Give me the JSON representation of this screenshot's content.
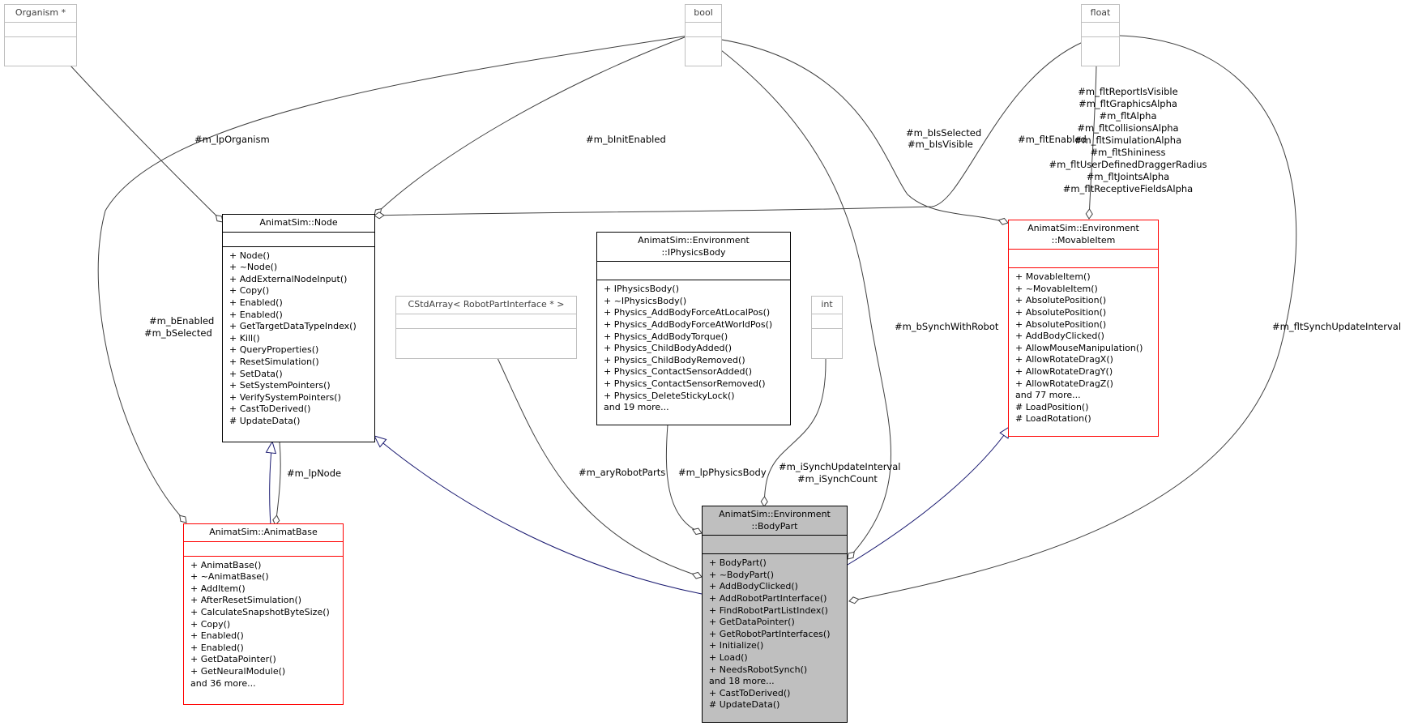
{
  "classes": {
    "organism": {
      "title": "Organism *",
      "members": []
    },
    "bool": {
      "title": "bool",
      "members": []
    },
    "float": {
      "title": "float",
      "members": []
    },
    "int": {
      "title": "int",
      "members": []
    },
    "cstdarray": {
      "title": "CStdArray< RobotPartInterface * >",
      "members": []
    },
    "node": {
      "title": "AnimatSim::Node",
      "members": [
        "+ Node()",
        "+ ~Node()",
        "+ AddExternalNodeInput()",
        "+ Copy()",
        "+ Enabled()",
        "+ Enabled()",
        "+ GetTargetDataTypeIndex()",
        "+ Kill()",
        "+ QueryProperties()",
        "+ ResetSimulation()",
        "+ SetData()",
        "+ SetSystemPointers()",
        "+ VerifySystemPointers()",
        "+ CastToDerived()",
        "# UpdateData()"
      ]
    },
    "iphysicsbody": {
      "title": "AnimatSim::Environment\n::IPhysicsBody",
      "members": [
        "+ IPhysicsBody()",
        "+ ~IPhysicsBody()",
        "+ Physics_AddBodyForceAtLocalPos()",
        "+ Physics_AddBodyForceAtWorldPos()",
        "+ Physics_AddBodyTorque()",
        "+ Physics_ChildBodyAdded()",
        "+ Physics_ChildBodyRemoved()",
        "+ Physics_ContactSensorAdded()",
        "+ Physics_ContactSensorRemoved()",
        "+ Physics_DeleteStickyLock()",
        "and 19 more..."
      ]
    },
    "movableitem": {
      "title": "AnimatSim::Environment\n::MovableItem",
      "members": [
        "+ MovableItem()",
        "+ ~MovableItem()",
        "+ AbsolutePosition()",
        "+ AbsolutePosition()",
        "+ AbsolutePosition()",
        "+ AddBodyClicked()",
        "+ AllowMouseManipulation()",
        "+ AllowRotateDragX()",
        "+ AllowRotateDragY()",
        "+ AllowRotateDragZ()",
        "and 77 more...",
        "# LoadPosition()",
        "# LoadRotation()"
      ]
    },
    "animatbase": {
      "title": "AnimatSim::AnimatBase",
      "members": [
        "+ AnimatBase()",
        "+ ~AnimatBase()",
        "+ AddItem()",
        "+ AfterResetSimulation()",
        "+ CalculateSnapshotByteSize()",
        "+ Copy()",
        "+ Enabled()",
        "+ Enabled()",
        "+ GetDataPointer()",
        "+ GetNeuralModule()",
        "and 36 more..."
      ]
    },
    "bodypart": {
      "title": "AnimatSim::Environment\n::BodyPart",
      "members": [
        "+ BodyPart()",
        "+ ~BodyPart()",
        "+ AddBodyClicked()",
        "+ AddRobotPartInterface()",
        "+ FindRobotPartListIndex()",
        "+ GetDataPointer()",
        "+ GetRobotPartInterfaces()",
        "+ Initialize()",
        "+ Load()",
        "+ NeedsRobotSynch()",
        "and 18 more...",
        "+ CastToDerived()",
        "# UpdateData()"
      ]
    }
  },
  "edge_labels": {
    "lp_organism": "#m_lpOrganism",
    "b_init_enabled": "#m_bInitEnabled",
    "b_is_selected_visible": [
      "#m_bIsSelected",
      "#m_bIsVisible"
    ],
    "flt_enabled": "#m_fltEnabled",
    "flt_alpha_group": [
      "#m_fltReportIsVisible",
      "#m_fltGraphicsAlpha",
      "#m_fltAlpha",
      "#m_fltCollisionsAlpha",
      "#m_fltSimulationAlpha",
      "#m_fltShininess",
      "#m_fltUserDefinedDraggerRadius",
      "#m_fltJointsAlpha",
      "#m_fltReceptiveFieldsAlpha"
    ],
    "b_enabled_selected": [
      "#m_bEnabled",
      "#m_bSelected"
    ],
    "b_synch_with_robot": "#m_bSynchWithRobot",
    "flt_synch_update_interval": "#m_fltSynchUpdateInterval",
    "lp_node": "#m_lpNode",
    "ary_robot_parts": "#m_aryRobotParts",
    "lp_physics_body": "#m_lpPhysicsBody",
    "i_synch": [
      "#m_iSynchUpdateInterval",
      "#m_iSynchCount"
    ]
  },
  "colors": {
    "inheritance_edge": "#191970",
    "usage_edge": "#404040",
    "focus_fill": "#bfbfbf",
    "red_border": "#ff0000",
    "grey_border": "#bfbfbf"
  }
}
